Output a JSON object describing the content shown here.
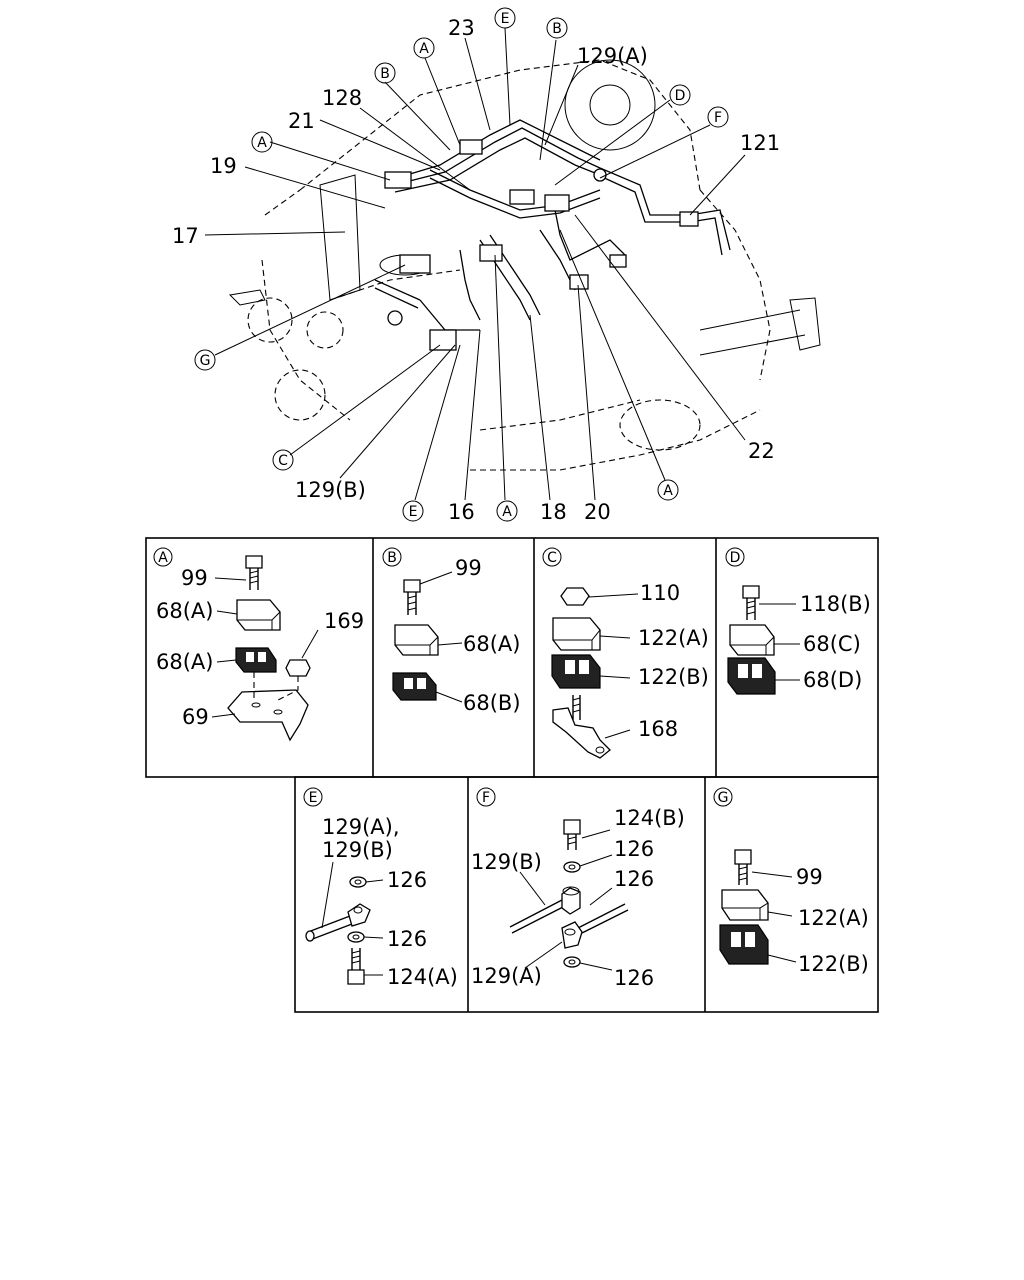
{
  "main_labels": [
    "23",
    "129(A)",
    "128",
    "21",
    "19",
    "17",
    "121",
    "22",
    "129(B)",
    "16",
    "18",
    "20"
  ],
  "main_refs": [
    "E",
    "B",
    "A",
    "B",
    "D",
    "F",
    "A",
    "G",
    "C",
    "E",
    "A",
    "A"
  ],
  "details": {
    "A": {
      "ref": "A",
      "labels": [
        "99",
        "68(A)",
        "68(A)",
        "169",
        "69"
      ]
    },
    "B": {
      "ref": "B",
      "labels": [
        "99",
        "68(A)",
        "68(B)"
      ]
    },
    "C": {
      "ref": "C",
      "labels": [
        "110",
        "122(A)",
        "122(B)",
        "168"
      ]
    },
    "D": {
      "ref": "D",
      "labels": [
        "118(B)",
        "68(C)",
        "68(D)"
      ]
    },
    "E": {
      "ref": "E",
      "labels": [
        "129(A),",
        "129(B)",
        "126",
        "126",
        "124(A)"
      ]
    },
    "F": {
      "ref": "F",
      "labels": [
        "124(B)",
        "126",
        "129(B)",
        "126",
        "129(A)",
        "126"
      ]
    },
    "G": {
      "ref": "G",
      "labels": [
        "99",
        "122(A)",
        "122(B)"
      ]
    }
  }
}
